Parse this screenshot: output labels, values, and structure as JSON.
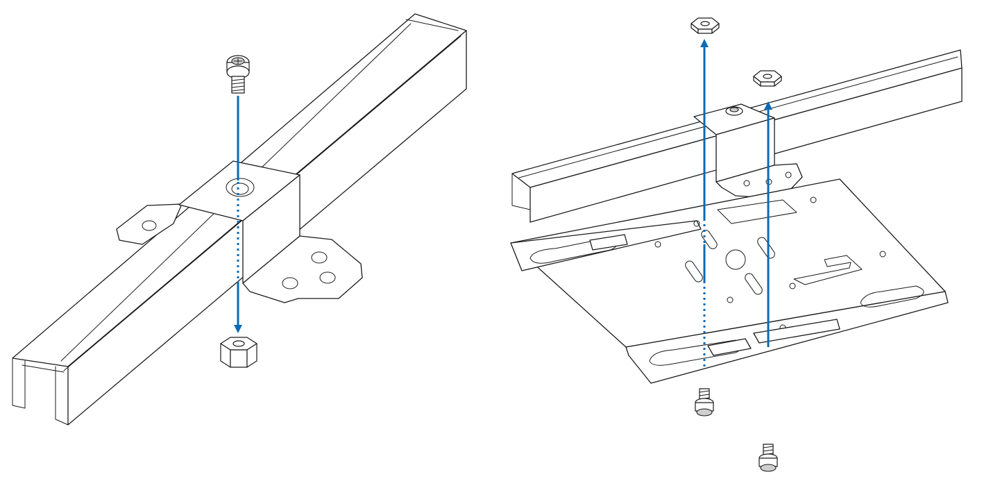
{
  "figure": {
    "panels": [
      {
        "id": "left",
        "components": [
          "u-channel-rail",
          "bent-bracket",
          "screw-with-washer",
          "hex-nut"
        ],
        "arrows": [
          {
            "direction": "down",
            "from": "screw-with-washer",
            "to": "hex-nut"
          }
        ]
      },
      {
        "id": "right",
        "components": [
          "u-channel-rail",
          "slotted-mounting-plate",
          "screw-with-washer",
          "screw-with-washer",
          "hex-nut",
          "hex-nut"
        ],
        "arrows": [
          {
            "direction": "up",
            "from": "screw-with-washer",
            "to": "hex-nut"
          },
          {
            "direction": "up",
            "from": "screw-with-washer",
            "to": "hex-nut"
          }
        ]
      }
    ],
    "colors": {
      "arrow": "#0A6AB3",
      "line": "#1A1A1A",
      "fill": "#FFFFFF"
    }
  }
}
